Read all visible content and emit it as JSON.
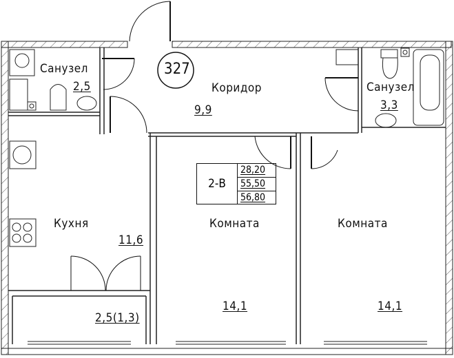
{
  "plan": {
    "apartment_number": "327",
    "type_code": "2-В",
    "areas": [
      "28,20",
      "55,50",
      "56,80"
    ]
  },
  "rooms": [
    {
      "name": "Санузел",
      "area": "2,5"
    },
    {
      "name": "Коридор",
      "area": "9,9"
    },
    {
      "name": "Санузел",
      "area": "3,3"
    },
    {
      "name": "Кухня",
      "area": "11,6"
    },
    {
      "name": "Комната",
      "area": "14,1"
    },
    {
      "name": "Комната",
      "area": "14,1"
    },
    {
      "name": "",
      "area": "2,5(1,3)"
    }
  ],
  "colors": {
    "line": "#111111",
    "hatch": "#444444"
  }
}
